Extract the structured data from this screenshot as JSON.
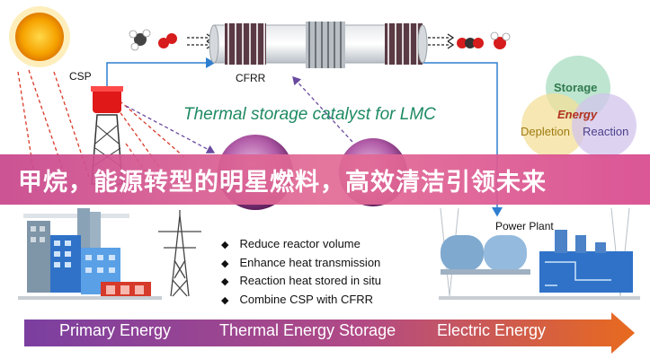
{
  "labels": {
    "csp": "CSP",
    "cfrr": "CFRR",
    "catalyst_title": "Thermal storage catalyst for LMC",
    "power_plant": "Power Plant"
  },
  "venn": {
    "storage": "Storage",
    "energy": "Energy",
    "depletion": "Depletion",
    "reaction": "Reaction"
  },
  "banner": {
    "text": "甲烷，能源转型的明星燃料，高效清洁引领未来"
  },
  "bullets": [
    "Reduce reactor volume",
    "Enhance heat transmission",
    "Reaction heat stored in situ",
    "Combine CSP with CFRR"
  ],
  "flow": {
    "primary": "Primary Energy",
    "thermal": "Thermal Energy Storage",
    "electric": "Electric Energy"
  },
  "colors": {
    "banner": "#d4589a",
    "arrow_start": "#7b3fa0",
    "arrow_end": "#e86a1e",
    "catalyst_title": "#1e8a63"
  }
}
